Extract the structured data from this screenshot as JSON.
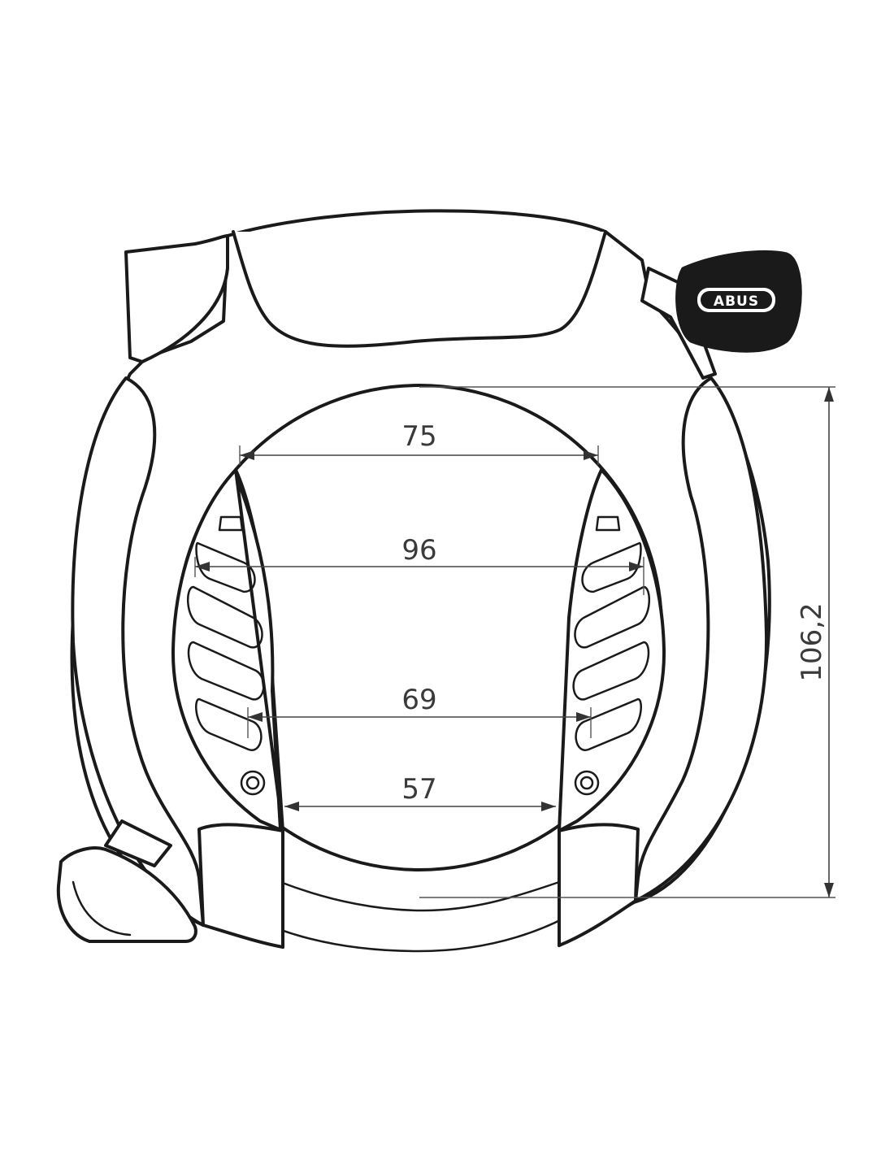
{
  "drawing": {
    "brand_logo": "ABUS",
    "dimensions": {
      "top_opening": "75",
      "slot_span": "96",
      "inner_span": "69",
      "bottom_opening": "57",
      "ring_height": "106,2"
    }
  }
}
